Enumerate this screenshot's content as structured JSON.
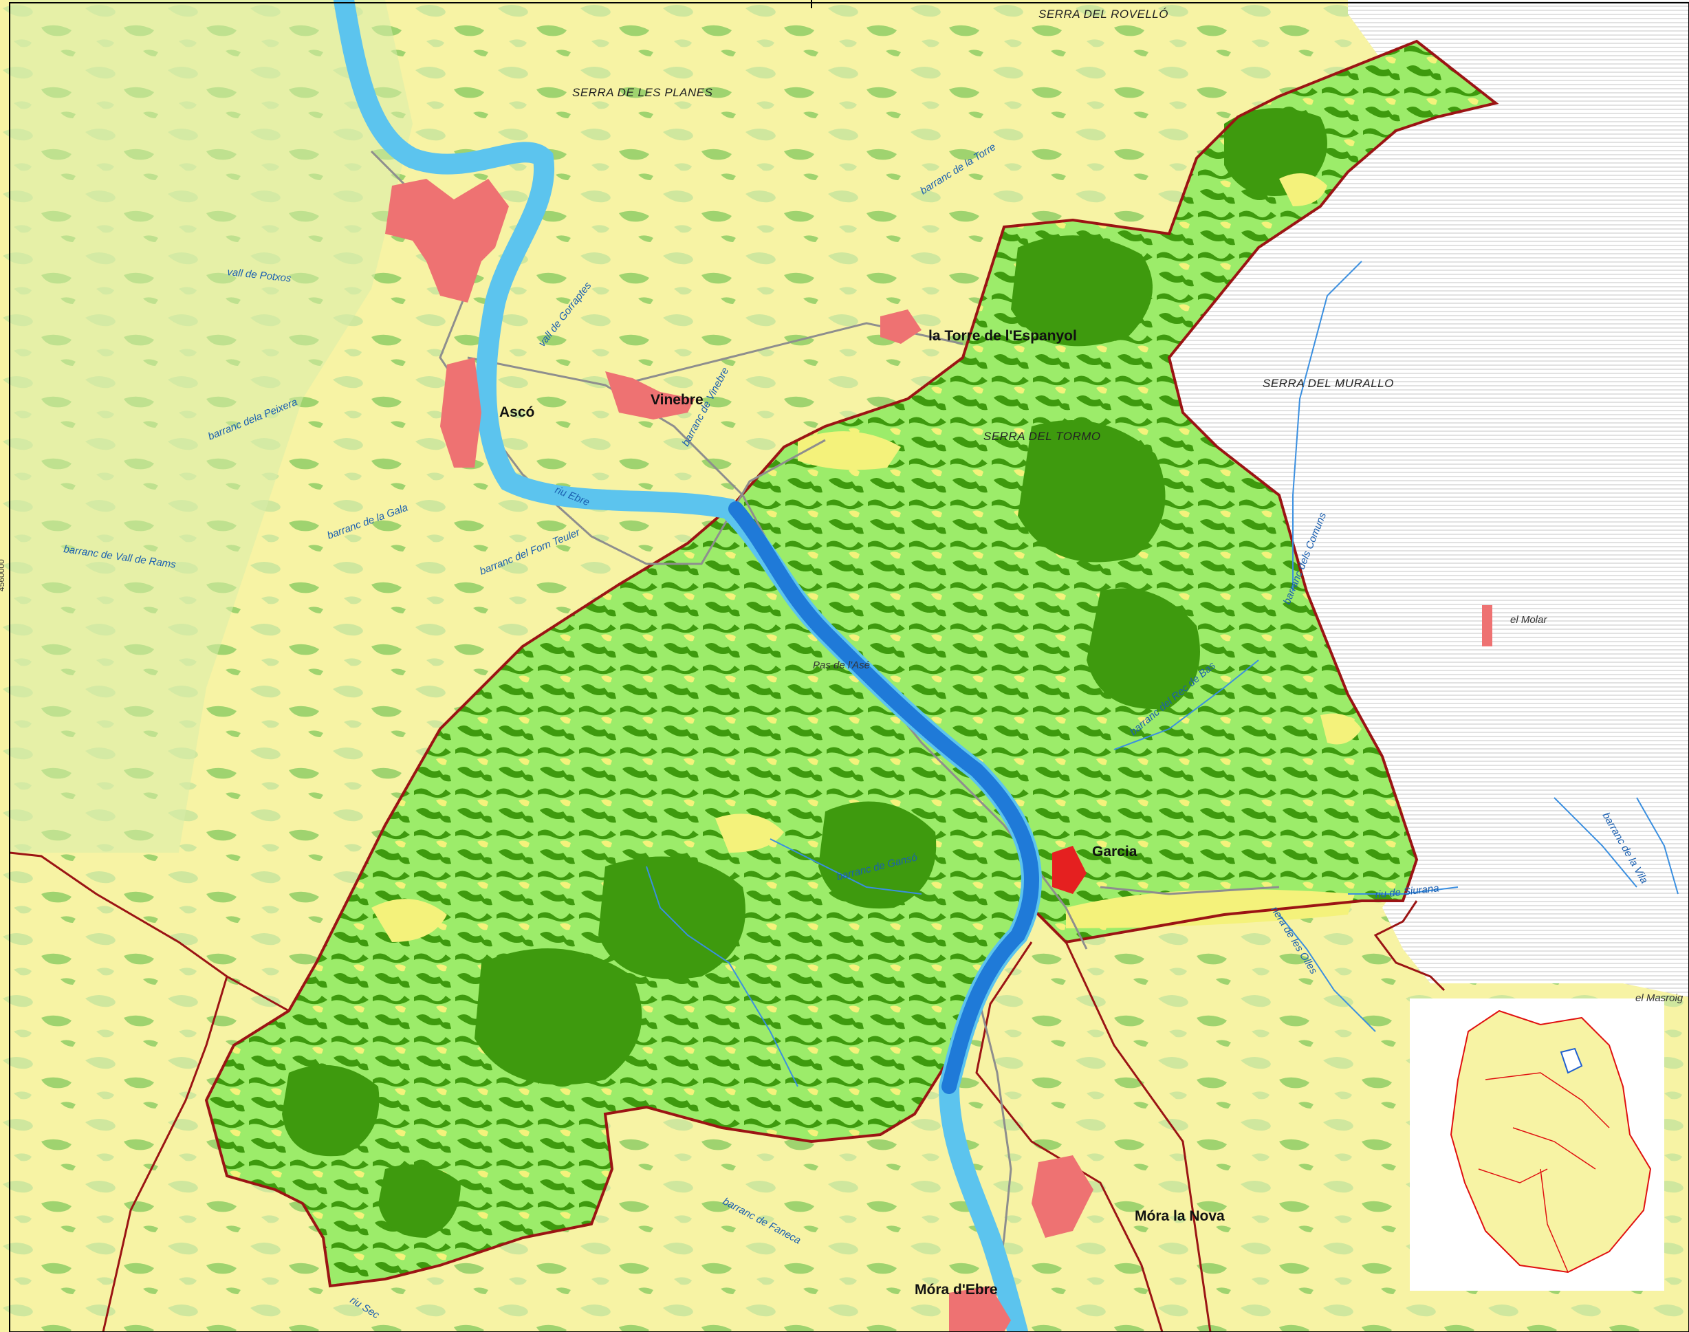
{
  "colors": {
    "background": "#f7f3a4",
    "agri_light": "#d9ecaa",
    "forest_dark": "#3e9a0e",
    "scrub_light": "#9cec6a",
    "yellow_open": "#f4f27b",
    "urban": "#ee7272",
    "urban_bright": "#e52020",
    "river": "#5cc4ee",
    "river_dark": "#1f7ad8",
    "boundary": "#9b1414",
    "neighbour_hatch": "#bbbbbb"
  },
  "map": {
    "towns": {
      "asco": "Ascó",
      "vinebre": "Vinebre",
      "torre": "la Torre de l'Espanyol",
      "garcia": "Garcia",
      "mora_nova": "Móra la Nova",
      "mora_ebre": "Móra d'Ebre"
    },
    "ranges": {
      "rovello": "SERRA DEL ROVELLÓ",
      "planes": "SERRA DE LES PLANES",
      "murallo": "SERRA DEL MURALLO",
      "tormo": "SERRA DEL TORMO"
    },
    "streams": {
      "potxos": "vall de Potxos",
      "gorraptes": "vall de Gorraptes",
      "peixera": "barranc dela Peixera",
      "vinebre": "barranc de Vinebre",
      "torre": "barranc de la Torre",
      "gala": "barranc de la Gala",
      "vall_rams": "barranc de Vall de Rams",
      "forn_teuler": "barranc del Forn Teuler",
      "ebre": "riu Ebre",
      "comuns": "barranc dels Comuns",
      "rec_bas": "barranc del Rec de Bas",
      "vila": "barranc de la Vila",
      "siurana": "riu de Siurana",
      "olles": "riera de les Olles",
      "faneca": "barranc de Faneca",
      "sec": "riu Sec",
      "ganxo": "barranc de Gansó"
    },
    "places": {
      "pas_ase": "Pas de l'Asé",
      "molar": "el Molar",
      "masroig": "el Masroig"
    },
    "edge_coordinate": "4560000"
  }
}
